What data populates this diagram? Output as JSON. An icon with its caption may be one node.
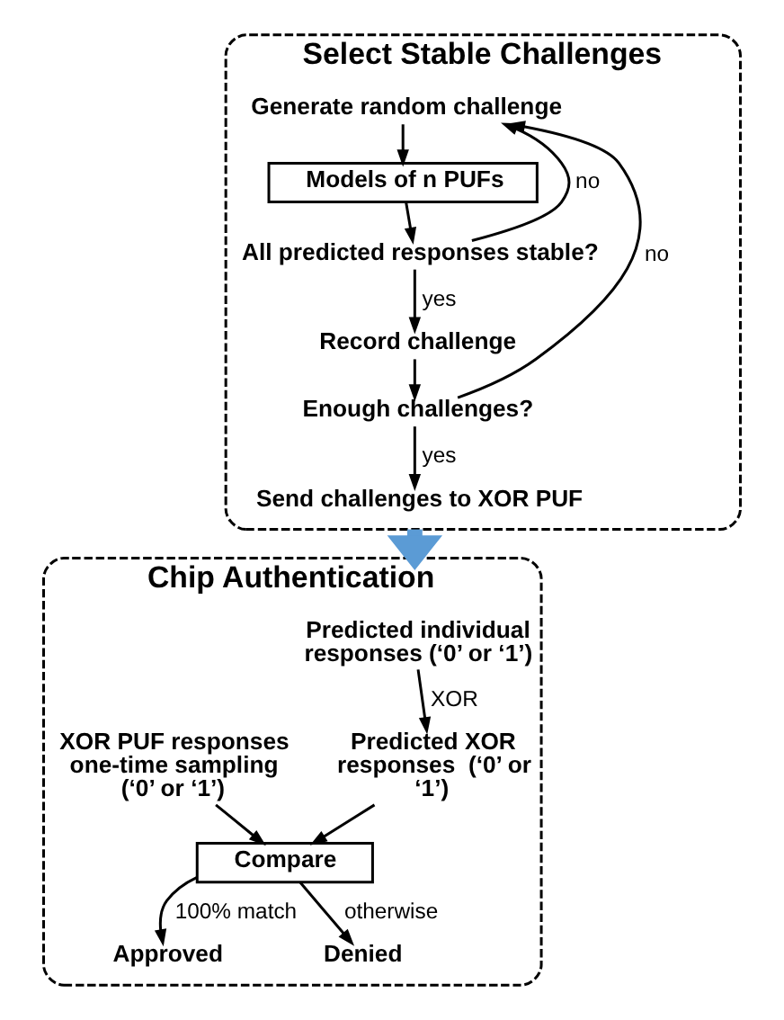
{
  "diagram": {
    "nodes": [
      {
        "text": [
          "Select Stable Challenges"
        ]
      },
      {
        "text": [
          "Generate random challenge"
        ],
        "in": 0
      },
      {
        "text": [
          "Models of n PUFs"
        ],
        "in": 0
      },
      {
        "text": [
          "All predicted responses stable?"
        ],
        "in": 0
      },
      {
        "text": [
          "Record challenge"
        ],
        "in": 0
      },
      {
        "text": [
          "Enough challenges?"
        ],
        "in": 0
      },
      {
        "text": [
          "Send challenges to XOR PUF"
        ],
        "in": 0
      },
      {
        "text": [
          "Chip Authentication"
        ]
      },
      {
        "text": [
          "Predicted individual responses (‘0’ or ‘1’)"
        ],
        "in": 7
      },
      {
        "text": [
          "XOR PUF responses one-time sampling (‘0’ or ‘1’)"
        ],
        "in": 7
      },
      {
        "text": [
          "Predicted XOR responses  (‘0’ or ‘1’)"
        ],
        "in": 7
      },
      {
        "text": [
          "Compare"
        ],
        "in": 7
      },
      {
        "text": [
          "Approved"
        ],
        "in": 7
      },
      {
        "text": [
          "Denied"
        ],
        "in": 7
      }
    ],
    "edges": [
      {
        "from": 1,
        "to": 2,
        "arrow": "to"
      },
      {
        "from": 2,
        "to": 3,
        "arrow": "to"
      },
      {
        "from": 3,
        "to": 4,
        "arrow": "to",
        "label": "yes"
      },
      {
        "from": 3,
        "to": 1,
        "arrow": "to",
        "label": "no"
      },
      {
        "from": 4,
        "to": 5,
        "arrow": "to"
      },
      {
        "from": 5,
        "to": 6,
        "arrow": "to",
        "label": "yes"
      },
      {
        "from": 5,
        "to": 1,
        "arrow": "to",
        "label": "no"
      },
      {
        "from": 0,
        "to": 7,
        "arrow": "to",
        "style": "thick",
        "color": "#5b9bd5"
      },
      {
        "from": 8,
        "to": 10,
        "arrow": "to",
        "label": "XOR"
      },
      {
        "from": 9,
        "to": 11,
        "arrow": "to"
      },
      {
        "from": 10,
        "to": 11,
        "arrow": "to"
      },
      {
        "from": 11,
        "to": 12,
        "arrow": "to",
        "label": "100% match"
      },
      {
        "from": 11,
        "to": 13,
        "arrow": "to",
        "label": "otherwise"
      }
    ]
  }
}
